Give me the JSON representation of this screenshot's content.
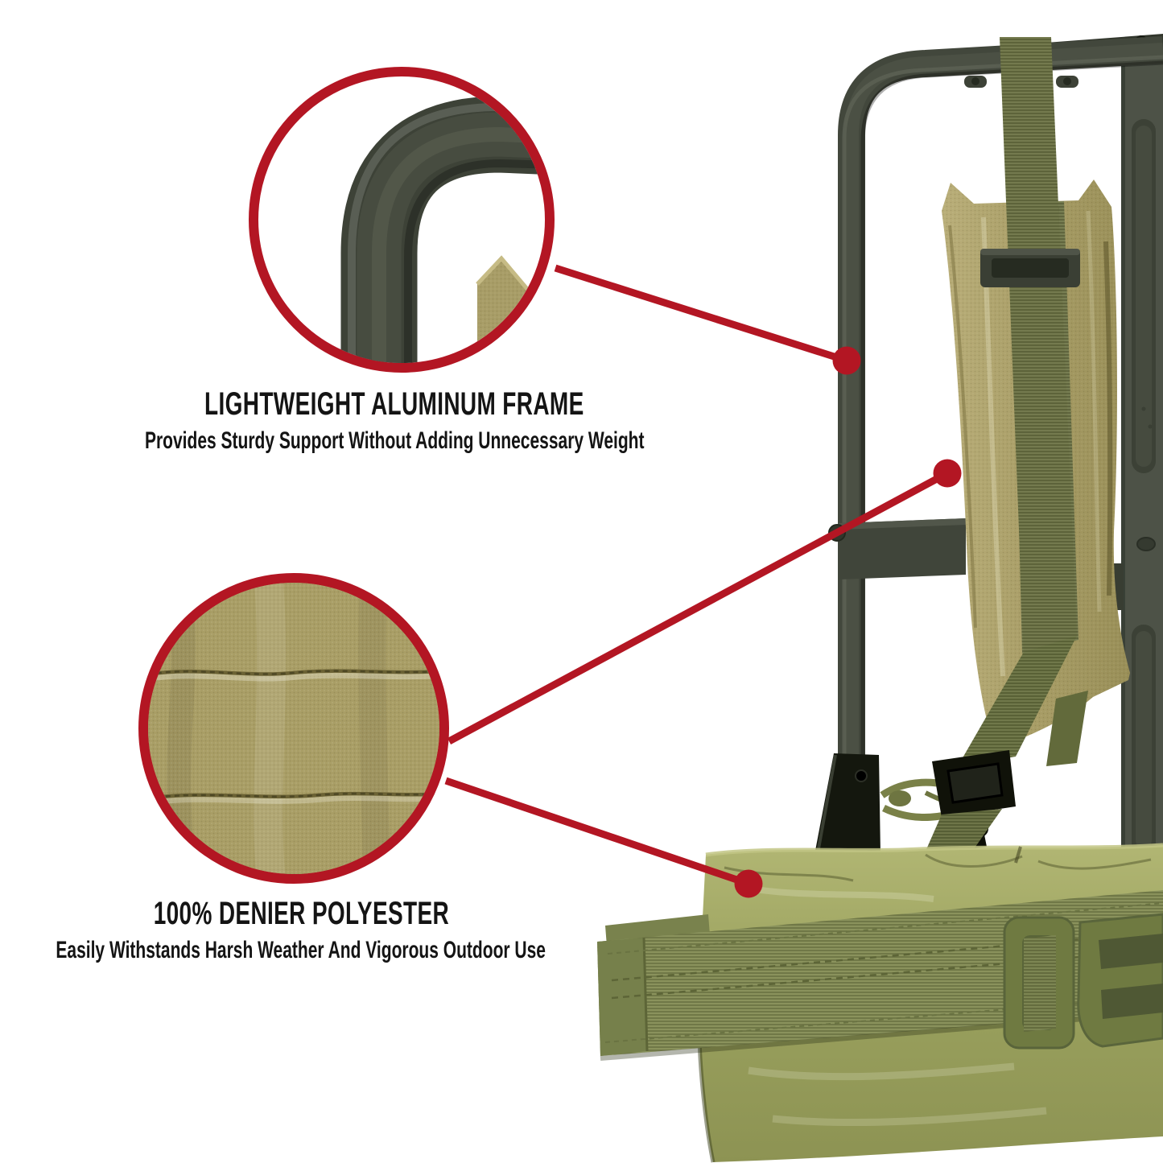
{
  "page": {
    "background": "#ffffff"
  },
  "accent": {
    "red": "#b31623"
  },
  "callouts": [
    {
      "id": "aluminum-frame",
      "title": "LIGHTWEIGHT ALUMINUM FRAME",
      "subtitle": "Provides Sturdy Support Without Adding Unnecessary Weight",
      "magnifier_content": "frame-corner-tube-closeup"
    },
    {
      "id": "denier-polyester",
      "title": "100% DENIER POLYESTER",
      "subtitle": "Easily Withstands Harsh Weather And Vigorous Outdoor Use",
      "magnifier_content": "fabric-weave-closeup"
    }
  ],
  "product_photo": {
    "description": "military pack frame with shoulder strap and kidney pad",
    "colors": {
      "metal_frame": "#42473c",
      "back_panel": "#4d5247",
      "webbing": "#6b7243",
      "shoulder_pad": "#aca167",
      "kidney_pad": "#9aa05c",
      "buckle_plastic": "#6f7a41",
      "black_plastic": "#14170e"
    }
  }
}
